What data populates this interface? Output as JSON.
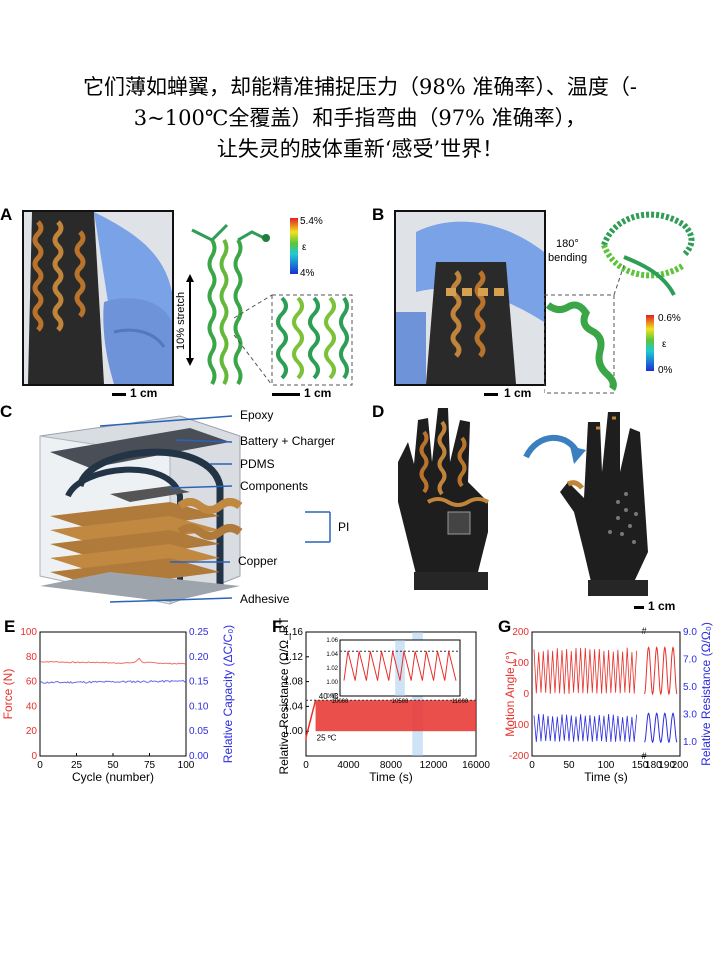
{
  "headline": {
    "line1": "它们薄如蝉翼，却能精准捕捉压力（98% 准确率）、温度（-",
    "line2": "3~100℃全覆盖）和手指弯曲（97% 准确率），",
    "line3": "让失灵的肢体重新‘感受’世界！"
  },
  "panel_a": {
    "label": "A",
    "stretch_label": "10% stretch",
    "cb_top": "5.4%",
    "cb_mid": "ε",
    "cb_bot": "4%",
    "scale1": "1 cm",
    "scale2": "1 cm"
  },
  "panel_b": {
    "label": "B",
    "bend_label_1": "180°",
    "bend_label_2": "bending",
    "cb_top": "0.6%",
    "cb_mid": "ε",
    "cb_bot": "0%",
    "scale": "1 cm"
  },
  "panel_c": {
    "label": "C",
    "layers": [
      "Epoxy",
      "Battery + Charger",
      "PDMS",
      "Components",
      "PI",
      "Copper",
      "Adhesive"
    ]
  },
  "panel_d": {
    "label": "D",
    "scale": "1 cm"
  },
  "colors": {
    "red": "#e8302b",
    "blue": "#2d2de0",
    "arrow": "#3a7fc0",
    "label_blue": "#2a63b8"
  },
  "chart_data": [
    {
      "panel": "E",
      "type": "line",
      "xlabel": "Cycle (number)",
      "ylabel_left": "Force (N)",
      "ylabel_right": "Relative Capacity (ΔC/C₀)",
      "xlim": [
        0,
        100
      ],
      "ylim_left": [
        0,
        100
      ],
      "ylim_right": [
        0,
        0.25
      ],
      "xticks": [
        "0",
        "25",
        "50",
        "75",
        "100"
      ],
      "yticks_left": [
        "0",
        "20",
        "40",
        "60",
        "80",
        "100"
      ],
      "yticks_right": [
        "0.00",
        "0.05",
        "0.10",
        "0.15",
        "0.20",
        "0.25"
      ],
      "series": [
        {
          "axis": "left",
          "color": "#e8302b",
          "x": [
            0,
            10,
            20,
            30,
            40,
            50,
            60,
            65,
            68,
            70,
            80,
            90,
            100
          ],
          "values": [
            76,
            76,
            75.5,
            75.5,
            75.5,
            75,
            75,
            75.5,
            79,
            75.5,
            75,
            74.5,
            74.5
          ]
        },
        {
          "axis": "right",
          "color": "#2d2de0",
          "x": [
            0,
            10,
            20,
            30,
            40,
            50,
            60,
            70,
            80,
            90,
            100
          ],
          "values": [
            0.148,
            0.149,
            0.149,
            0.149,
            0.15,
            0.15,
            0.15,
            0.15,
            0.15,
            0.15,
            0.151
          ]
        }
      ]
    },
    {
      "panel": "F",
      "type": "line",
      "xlabel": "Time (s)",
      "ylabel": "Relative Resistance (Ω/Ω_RT)",
      "xlim": [
        0,
        16000
      ],
      "ylim": [
        0.96,
        1.16
      ],
      "xticks": [
        "0",
        "4000",
        "8000",
        "12000",
        "16000"
      ],
      "yticks": [
        "1.00",
        "1.04",
        "1.08",
        "1.12",
        "1.16"
      ],
      "annotations": [
        "40 ºC",
        "25 ºC"
      ],
      "series": [
        {
          "color": "#e8302b",
          "oscillation_min": 1.0,
          "oscillation_max": 1.05
        }
      ],
      "inset": {
        "xlim": [
          10000,
          11000
        ],
        "ylim": [
          0.98,
          1.06
        ],
        "xticks": [
          "10000",
          "10500",
          "11000"
        ],
        "yticks": [
          "0.98",
          "1.00",
          "1.02",
          "1.04",
          "1.06"
        ],
        "peaks": 10
      }
    },
    {
      "panel": "G",
      "type": "line",
      "xlabel": "Time (s)",
      "ylabel_left": "Motion Angle (°)",
      "ylabel_right": "Relative Resistance (Ω/Ω₀)",
      "xlim_left": [
        0,
        150
      ],
      "xlim_right": [
        180,
        200
      ],
      "ylim_left": [
        -200,
        200
      ],
      "ylim_right": [
        0,
        9.0
      ],
      "xticks": [
        "0",
        "50",
        "100",
        "150",
        "180",
        "190",
        "200"
      ],
      "yticks_left": [
        "-200",
        "-100",
        "0",
        "100",
        "200"
      ],
      "yticks_right": [
        "1.0",
        "3.0",
        "5.0",
        "7.0",
        "9.0"
      ],
      "series": [
        {
          "axis": "left",
          "color": "#e8302b",
          "min": 0,
          "max": 150
        },
        {
          "axis": "right",
          "color": "#2d2de0",
          "min": 1.0,
          "max": 3.1
        }
      ]
    }
  ]
}
